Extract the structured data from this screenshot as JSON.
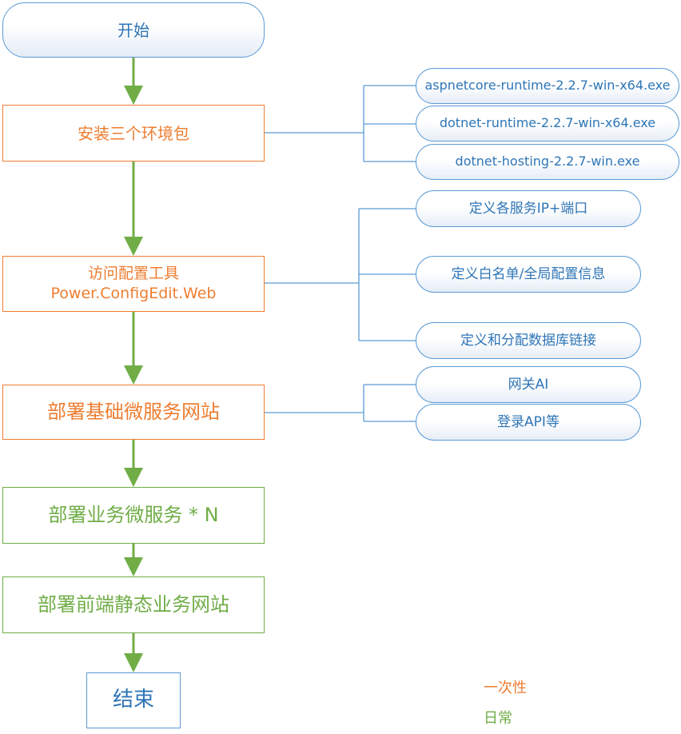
{
  "flow": {
    "start": "开始",
    "install": "安装三个环境包",
    "config_line1": "访问配置工具",
    "config_line2": "Power.ConfigEdit.Web",
    "deploy_base": "部署基础微服务网站",
    "deploy_business": "部署业务微服务 * N",
    "deploy_frontend": "部署前端静态业务网站",
    "end": "结束"
  },
  "install_items": [
    "aspnetcore-runtime-2.2.7-win-x64.exe",
    "dotnet-runtime-2.2.7-win-x64.exe",
    "dotnet-hosting-2.2.7-win.exe"
  ],
  "config_items": [
    "定义各服务IP+端口",
    "定义白名单/全局配置信息",
    "定义和分配数据库链接"
  ],
  "base_items": [
    "网关AI",
    "登录API等"
  ],
  "legend": {
    "once": "一次性",
    "daily": "日常"
  },
  "colors": {
    "once": "#ED7D31",
    "daily": "#70AD47",
    "primary": "#5B9BD5"
  }
}
